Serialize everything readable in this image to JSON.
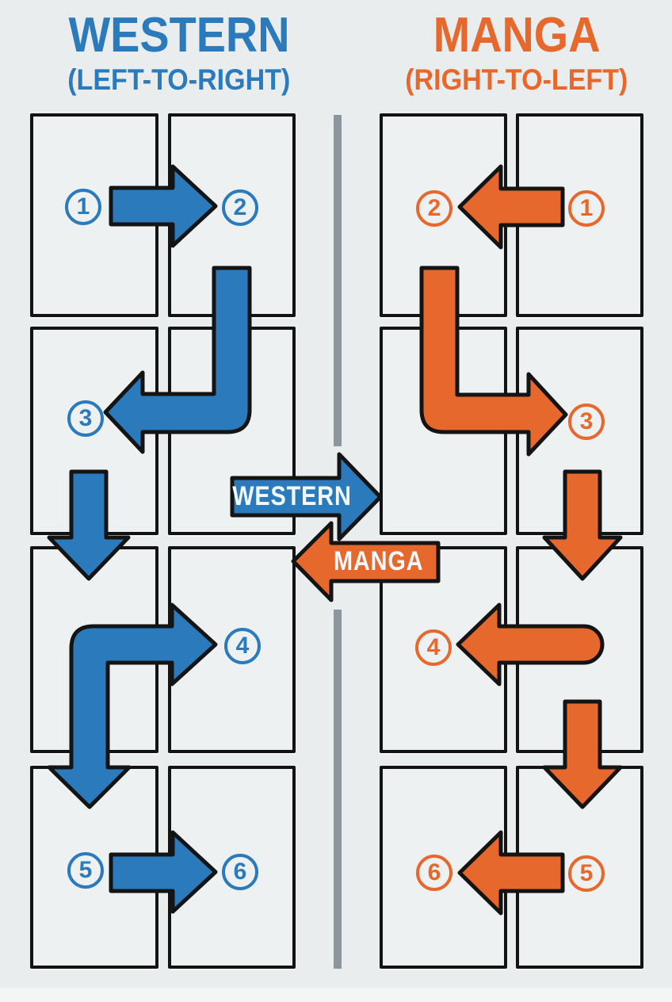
{
  "colors": {
    "blue": "#2b7abc",
    "orange": "#e7682c",
    "outline": "#141414",
    "background": "#e9edee",
    "panel_fill": "#eef1f2",
    "panel_border": "#131313",
    "divider": "#8d969c",
    "label_text": "#f2f8fb"
  },
  "western": {
    "title": "WESTERN",
    "subtitle": "(LEFT-TO-RIGHT)",
    "direction_label": "WESTERN",
    "numbers": [
      "1",
      "2",
      "3",
      "4",
      "5",
      "6"
    ]
  },
  "manga": {
    "title": "MANGA",
    "subtitle": "(RIGHT-TO-LEFT)",
    "direction_label": "MANGA",
    "numbers": [
      "1",
      "2",
      "3",
      "4",
      "5",
      "6"
    ]
  }
}
